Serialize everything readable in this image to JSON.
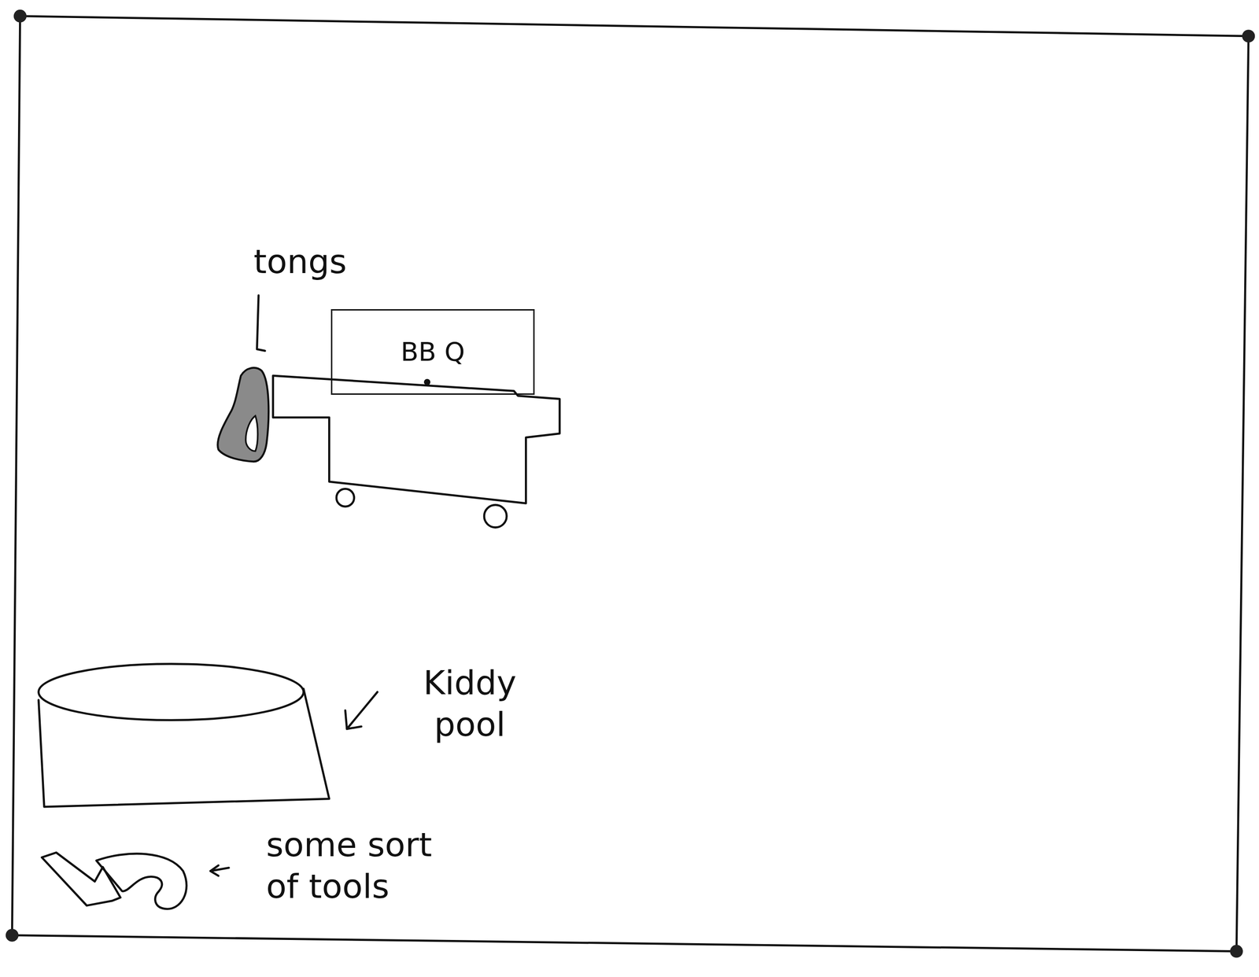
{
  "diagram": {
    "nodes": [
      {
        "text": [
          "BB Q"
        ]
      }
    ],
    "labels": [
      "tongs",
      "Kiddy pool",
      "some sort of tools"
    ]
  }
}
